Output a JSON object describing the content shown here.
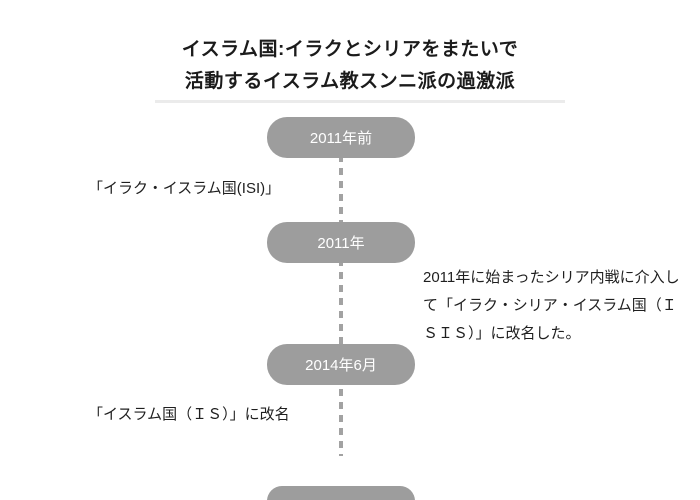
{
  "title": {
    "line1": "イスラム国:イラクとシリアをまたいで",
    "line2": "活動するイスラム教スンニ派の過激派"
  },
  "timeline": {
    "nodes": [
      {
        "label": "2011年前"
      },
      {
        "label": "2011年"
      },
      {
        "label": "2014年6月"
      }
    ],
    "partial_node": {
      "label": ""
    }
  },
  "annotations": {
    "isi": "「イラク・イスラム国(ISI)」",
    "isis_lines": [
      "2011年に始まったシリア内戦に介入し",
      "て「イラク・シリア・イスラム国（Ｉ",
      "ＳＩＳ）」に改名した。"
    ],
    "is_rename": "「イスラム国（ＩＳ）」に改名"
  },
  "colors": {
    "node_bg": "#9d9d9d",
    "node_text": "#ffffff",
    "dotted_line": "#a2a2a2",
    "divider": "#ebebeb",
    "text": "#1f1f1f"
  }
}
